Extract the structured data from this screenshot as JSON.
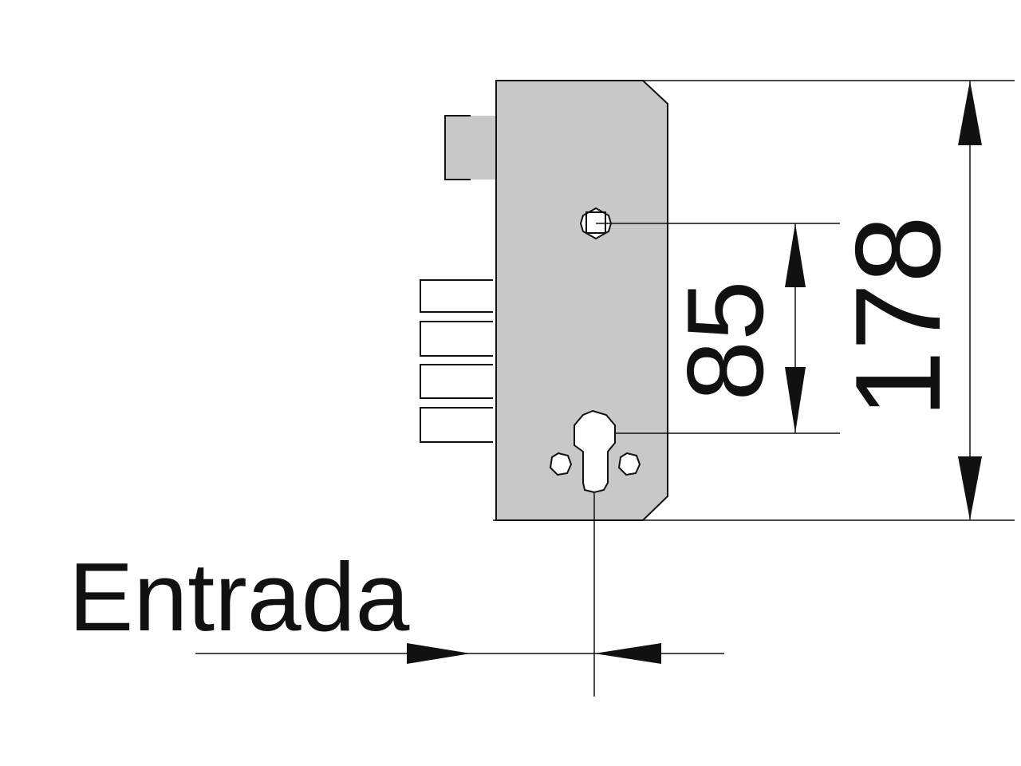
{
  "labels": {
    "entrada": "Entrada",
    "dim_follower_to_cylinder": "85",
    "dim_total_height": "178"
  },
  "colors": {
    "lock_body": "#c8c8c8",
    "lines": "#111111",
    "background": "#ffffff"
  }
}
